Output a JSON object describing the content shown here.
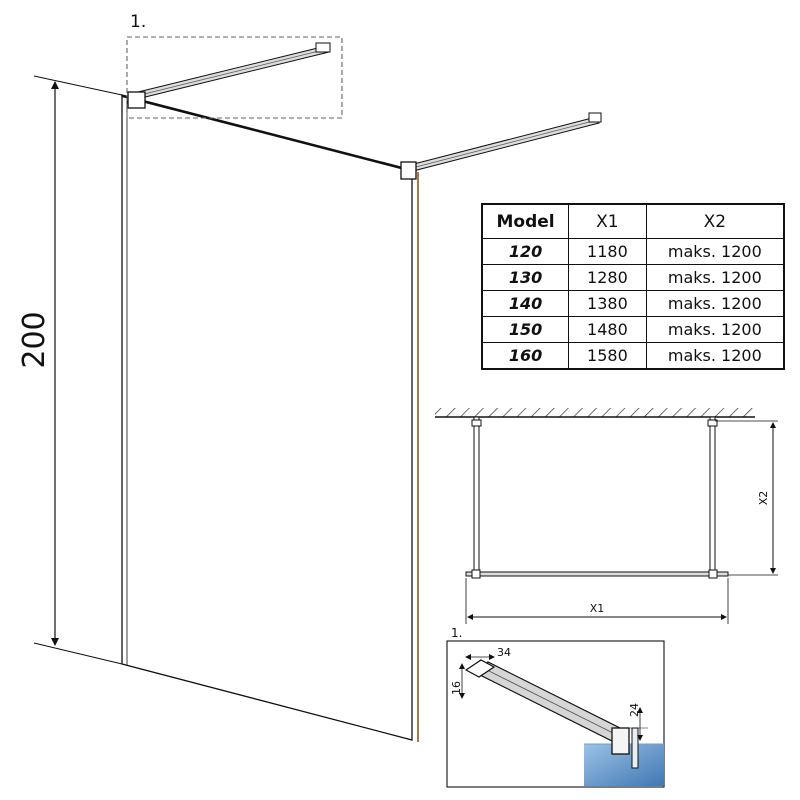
{
  "diagram": {
    "height_label": "200",
    "detail_callout": "1.",
    "detail_inset_label": "1.",
    "plan_x1_label": "X1",
    "plan_x2_label": "X2",
    "detail_dim_width": "34",
    "detail_dim_height": "16",
    "detail_dim_depth": "24"
  },
  "table": {
    "headers": [
      "Model",
      "X1",
      "X2"
    ],
    "rows": [
      {
        "model": "120",
        "x1": "1180",
        "x2": "maks. 1200"
      },
      {
        "model": "130",
        "x1": "1280",
        "x2": "maks. 1200"
      },
      {
        "model": "140",
        "x1": "1380",
        "x2": "maks. 1200"
      },
      {
        "model": "150",
        "x1": "1480",
        "x2": "maks. 1200"
      },
      {
        "model": "160",
        "x1": "1580",
        "x2": "maks. 1200"
      }
    ]
  },
  "colors": {
    "line": "#111111",
    "panel_edge": "#a67850",
    "bar": "#dddddd",
    "wall_blue": "#6fa0cf"
  }
}
